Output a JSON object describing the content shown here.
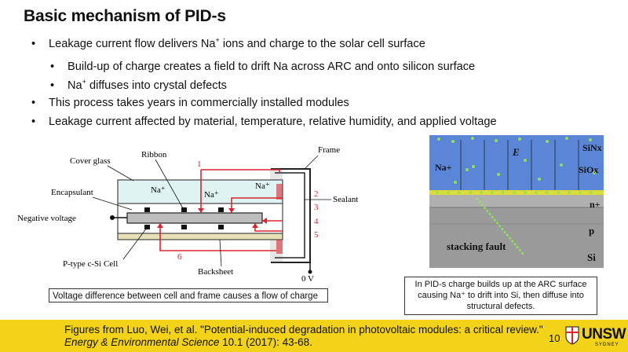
{
  "slide": {
    "title": "Basic mechanism of PID-s",
    "bullets": [
      {
        "pre": "Leakage current flow delivers Na",
        "sup": "+",
        "post": " ions and charge to the solar cell surface"
      },
      {
        "text": "Build-up of charge creates a field to drift Na across ARC and onto silicon surface"
      },
      {
        "pre": "Na",
        "sup": "+",
        "post": " diffuses into crystal defects"
      },
      {
        "text": "This process takes years in commercially installed modules"
      },
      {
        "text": "Leakage current affected by material, temperature, relative humidity, and applied voltage"
      }
    ]
  },
  "left_figure": {
    "labels": {
      "cover_glass": "Cover glass",
      "ribbon": "Ribbon",
      "frame": "Frame",
      "encapsulant": "Encapsulant",
      "sealant": "Sealant",
      "negative_voltage": "Negative voltage",
      "cell": "P-type c-Si Cell",
      "backsheet": "Backsheet",
      "zero_v": "0 V",
      "na1": "Na⁺",
      "na2": "Na⁺",
      "na3": "Na⁺"
    },
    "paths": [
      "1",
      "2",
      "3",
      "4",
      "5",
      "6"
    ],
    "caption": "Voltage difference between cell and frame causes a flow of charge",
    "path_color": "#d9262e"
  },
  "right_figure": {
    "layers": {
      "sinx": "SiNx",
      "siox": "SiOx",
      "n": "n+",
      "p": "p",
      "si": "Si",
      "na": "Na+",
      "e": "E",
      "fault": "stacking fault"
    },
    "caption": "In PID-s charge builds up at the ARC surface causing Na⁺ to drift into Si, then diffuse into structural defects."
  },
  "footer": {
    "ref_pre": "Figures from Luo, Wei, et al. \"Potential-induced degradation in photovoltaic modules: a critical review.\" ",
    "ref_journal": "Energy & Environmental Science",
    "ref_post": " 10.1 (2017): 43-68.",
    "page_number": "10",
    "logo_text": "UNSW",
    "logo_sub": "SYDNEY",
    "bg_color": "#f3d21a"
  }
}
